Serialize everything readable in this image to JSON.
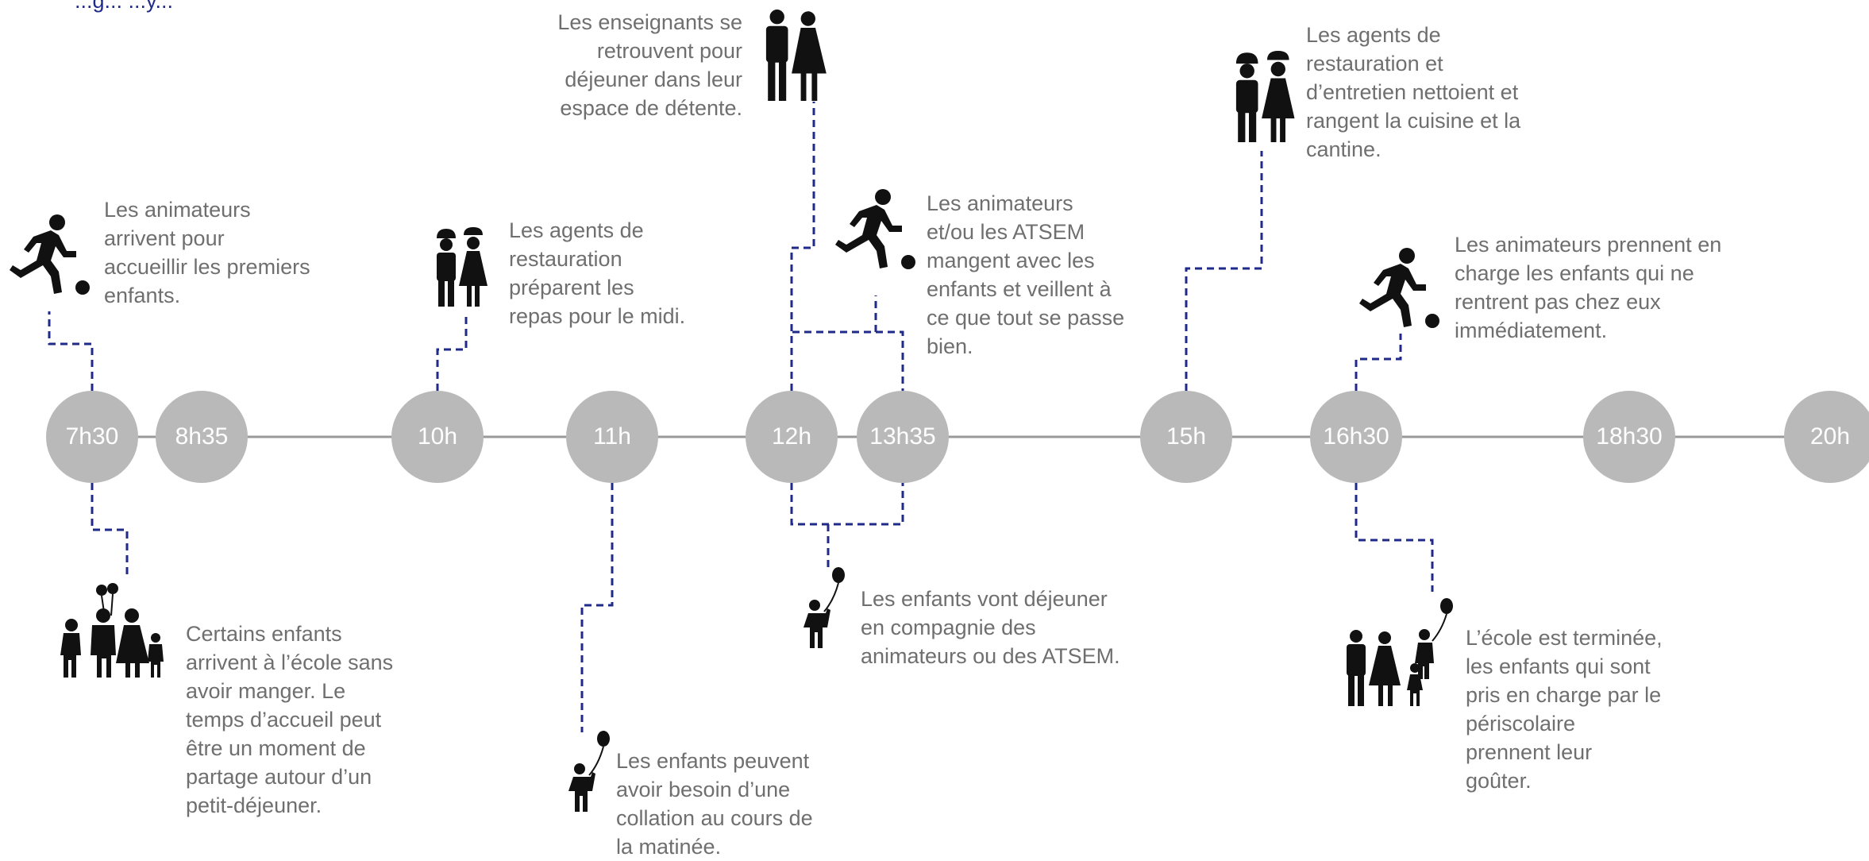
{
  "colors": {
    "node": "#b9b9b9",
    "node_text": "#ffffff",
    "axis": "#9a9a9a",
    "connector": "#1f2a8a",
    "text": "#6f6f6f",
    "icon": "#111111",
    "top_fragment": "#1f2a8a"
  },
  "top_fragment": "...g... ...y...",
  "nodes": [
    {
      "id": "n1",
      "label": "7h30"
    },
    {
      "id": "n2",
      "label": "8h35"
    },
    {
      "id": "n3",
      "label": "10h"
    },
    {
      "id": "n4",
      "label": "11h"
    },
    {
      "id": "n5",
      "label": "12h"
    },
    {
      "id": "n6",
      "label": "13h35"
    },
    {
      "id": "n7",
      "label": "15h"
    },
    {
      "id": "n8",
      "label": "16h30"
    },
    {
      "id": "n9",
      "label": "18h30"
    },
    {
      "id": "n10",
      "label": "20h"
    }
  ],
  "events": [
    {
      "id": "e1",
      "text": "Les animateurs\narrivent pour\naccueillir les premiers\nenfants.",
      "icon": "runner-ball-icon"
    },
    {
      "id": "e2",
      "text": "Certains enfants\narrivent à l’école sans\navoir manger. Le\ntemps d’accueil peut\nêtre un moment de\npartage autour d’un\npetit-déjeuner.",
      "icon": "family-balloons-icon"
    },
    {
      "id": "e3",
      "text": "Les agents de\nrestauration\npréparent les\nrepas pour le midi.",
      "icon": "kitchen-staff-icon"
    },
    {
      "id": "e4",
      "text": "Les enfants peuvent\navoir besoin d’une\ncollation au cours de\nla matinée.",
      "icon": "child-balloon-icon"
    },
    {
      "id": "e5",
      "text": "Les enseignants se\nretrouvent pour\ndéjeuner dans leur\nespace de détente.",
      "icon": "couple-icon"
    },
    {
      "id": "e6",
      "text": "Les animateurs\net/ou les ATSEM\nmangent avec les\nenfants et veillent à\nce que tout se passe\nbien.",
      "icon": "runner-ball-icon"
    },
    {
      "id": "e7",
      "text": "Les enfants vont déjeuner\nen compagnie des\nanimateurs ou des ATSEM.",
      "icon": "child-balloon-icon"
    },
    {
      "id": "e8",
      "text": "Les agents de\nrestauration et\nd’entretien nettoient et\nrangent la cuisine et la\ncantine.",
      "icon": "kitchen-staff-icon"
    },
    {
      "id": "e9",
      "text": "Les animateurs prennent en\ncharge les enfants qui ne\nrentrent pas chez eux\nimmédiatement.",
      "icon": "runner-ball-icon"
    },
    {
      "id": "e10",
      "text": "L’école est terminée,\nles enfants qui sont\npris en charge par le\npériscolaire\nprennent leur\ngoûter.",
      "icon": "family-child-balloon-icon"
    }
  ]
}
